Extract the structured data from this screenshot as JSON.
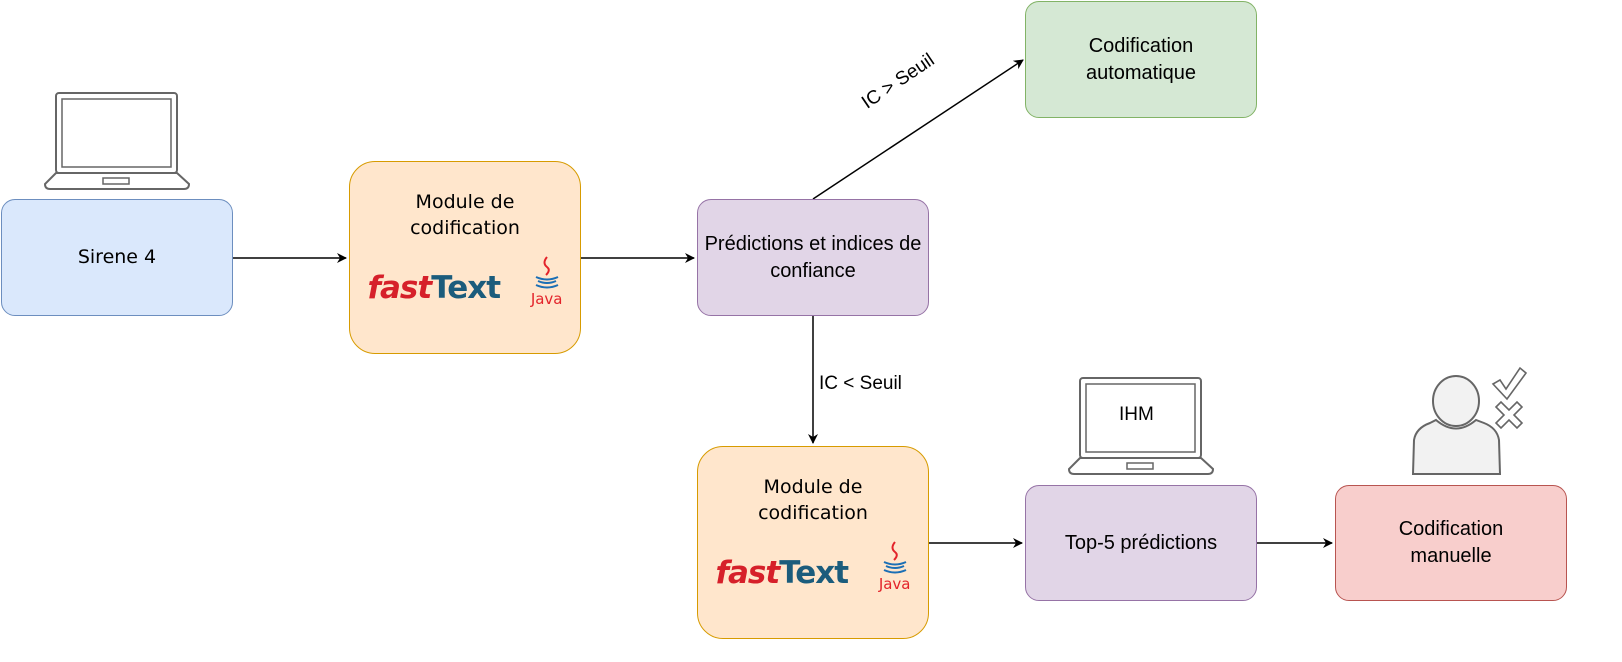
{
  "nodes": {
    "sirene": "Sirene 4",
    "module1": {
      "title": "Module de codification",
      "logo_fast": "fast",
      "logo_text": "Text",
      "java": "Java"
    },
    "predictions": "Prédictions et indices de confiance",
    "auto": "Codification automatique",
    "module2": {
      "title": "Module de codification",
      "logo_fast": "fast",
      "logo_text": "Text",
      "java": "Java"
    },
    "top5": "Top-5 prédictions",
    "manual": "Codification manuelle",
    "ihm": "IHM"
  },
  "edges": {
    "above": "IC > Seuil",
    "below": "IC < Seuil"
  }
}
